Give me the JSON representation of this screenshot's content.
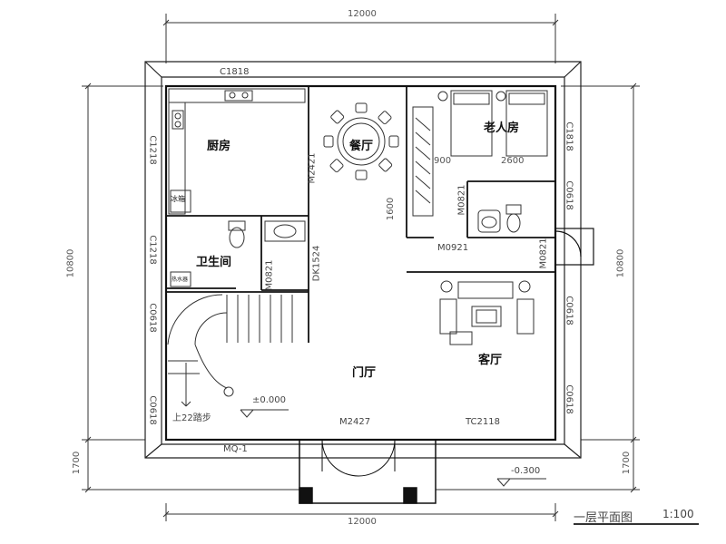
{
  "dims": {
    "top_width": "12000",
    "bottom_width": "12000",
    "left_total": "10800",
    "right_total": "10800",
    "left_front": "1700",
    "right_front": "1700",
    "bed_a": "900",
    "bed_b": "2600",
    "wardrobe": "1600"
  },
  "rooms": {
    "kitchen": "厨房",
    "dining": "餐厅",
    "elder_room": "老人房",
    "bathroom": "卫生间",
    "foyer": "门厅",
    "living": "客厅",
    "fridge": "冰箱",
    "water_heater": "热水器"
  },
  "openings": {
    "kitchen_window": "C1818",
    "kitchen_left_window": "C1218",
    "bath_left_window": "C1218",
    "stair_window_top": "C0618",
    "stair_window_bottom": "C0618",
    "dining_door": "M2421",
    "bath_door": "M0821",
    "opening_dk": "DK1524",
    "elder_door": "M0921",
    "elder_bath_door": "M0821",
    "side_door": "M0821",
    "elder_window_right": "C1818",
    "elder_bath_window": "C0618",
    "living_window_right_top": "C0618",
    "living_window_right_bottom": "C0618",
    "main_door": "M2427",
    "living_window_front": "TC2118",
    "front_left_window": "MQ-1"
  },
  "levels": {
    "floor": "±0.000",
    "exterior": "-0.300",
    "stairs": "上22踏步"
  },
  "drawing_title": "一层平面图",
  "scale": "1:100"
}
